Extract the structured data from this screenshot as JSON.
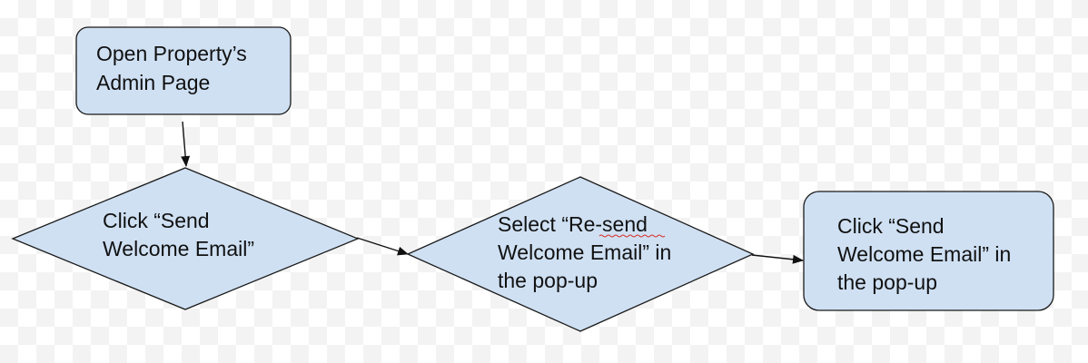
{
  "colors": {
    "node_fill": "#cfe0f3",
    "node_stroke": "#1a1a1a",
    "arrow": "#111111",
    "spellcheck_underline": "#d93025"
  },
  "nodes": [
    {
      "id": "open-admin",
      "shape": "rounded-rectangle",
      "lines": [
        "Open Property’s",
        "Admin Page"
      ]
    },
    {
      "id": "click-send",
      "shape": "diamond",
      "lines": [
        "Click “Send",
        "Welcome Email”"
      ]
    },
    {
      "id": "select-resend",
      "shape": "diamond",
      "lines": [
        "Select “Re-send",
        "Welcome Email” in",
        "the pop-up"
      ]
    },
    {
      "id": "click-send-popup",
      "shape": "rounded-rectangle",
      "lines": [
        "Click “Send",
        "Welcome Email” in",
        "the pop-up"
      ]
    }
  ],
  "edges": [
    {
      "from": "open-admin",
      "to": "click-send"
    },
    {
      "from": "click-send",
      "to": "select-resend"
    },
    {
      "from": "select-resend",
      "to": "click-send-popup"
    }
  ]
}
